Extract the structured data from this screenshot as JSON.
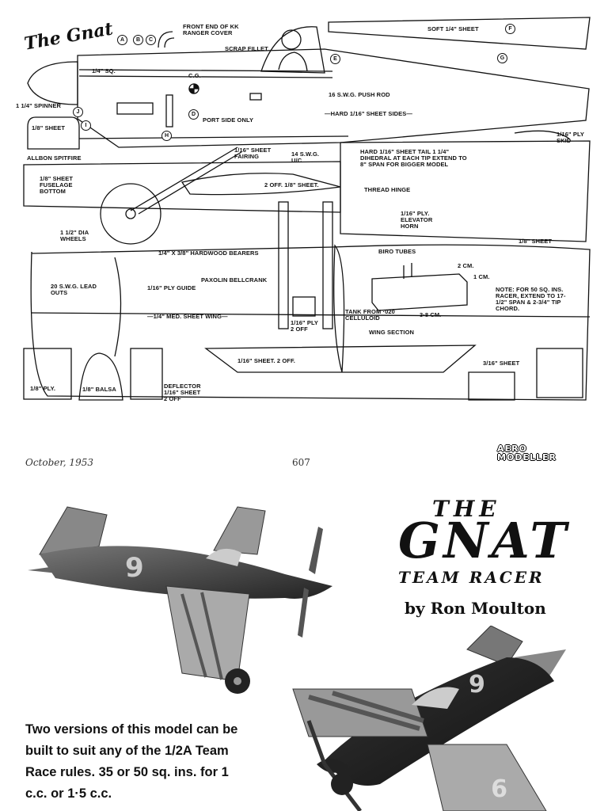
{
  "plan": {
    "logo": "The Gnat",
    "labels": {
      "front_end": "FRONT END OF KK RANGER COVER",
      "soft_sheet": "SOFT 1/4\" SHEET",
      "scrap_fillet": "SCRAP FILLET",
      "sq": "1/4\" SQ.",
      "cg": "C.G.",
      "push_rod": "16 S.W.G. PUSH ROD",
      "hard_sides": "—HARD 1/16\" SHEET SIDES—",
      "port_side": "PORT SIDE ONLY",
      "spinner": "1 1/4\" SPINNER",
      "sheet_18": "1/8\" SHEET",
      "ply_skid": "1/16\" PLY SKID",
      "allbon": "ALLBON SPITFIRE",
      "fairing": "1/16\" SHEET FAIRING",
      "uc": "14 S.W.G. U/C",
      "tail_note": "HARD 1/16\" SHEET TAIL 1 1/4\" DIHEDRAL AT EACH TIP EXTEND TO 8\" SPAN FOR BIGGER MODEL",
      "fuselage_bottom": "1/8\" SHEET FUSELAGE BOTTOM",
      "two_off": "2 OFF. 1/8\" SHEET.",
      "thread_hinge": "THREAD HINGE",
      "elevator_horn": "1/16\" PLY. ELEVATOR HORN",
      "wheels": "1 1/2\" DIA WHEELS",
      "sheet_c": "1/8\" SHEET",
      "bearers": "1/4\" X 3/8\" HARDWOOD BEARERS",
      "biro": "BIRO TUBES",
      "cm2": "2 CM.",
      "cm1": "1 CM.",
      "lead_outs": "20 S.W.G. LEAD OUTS",
      "ply_guide": "1/16\" PLY GUIDE",
      "bellcrank": "PAXOLIN BELLCRANK",
      "note": "NOTE: FOR 50 SQ. INS. RACER, EXTEND TO 17-1/2\" SPAN & 2-3/4\" TIP CHORD.",
      "med_sheet": "—1/4\" MED. SHEET WING—",
      "tank": "TANK FROM ·020 CELLULOID",
      "cm38": "3·8 CM.",
      "ply2off": "1/16\" PLY 2 OFF",
      "wing_section": "WING SECTION",
      "sheet_g": "1/16\" SHEET. 2 OFF.",
      "sheet_316": "3/16\" SHEET",
      "ply_d": "1/8\" PLY.",
      "balsa_e": "1/8\" BALSA",
      "deflector": "DEFLECTOR 1/16\" SHEET 2 OFF"
    },
    "letters": [
      "A",
      "B",
      "C",
      "D",
      "E",
      "F",
      "G",
      "H",
      "I",
      "J"
    ]
  },
  "magazine": {
    "date": "October, 1953",
    "page": "607",
    "publisher_line1": "AERO",
    "publisher_line2": "MODELLER",
    "title_the": "THE",
    "title_gnat": "GNAT",
    "title_sub": "TEAM RACER",
    "byline": "by Ron Moulton",
    "body": "Two versions of this model can be built to suit any of the 1/2A Team Race rules. 35 or 50 sq. ins. for 1 c.c. or 1·5 c.c.",
    "aircraft_number": "9"
  }
}
